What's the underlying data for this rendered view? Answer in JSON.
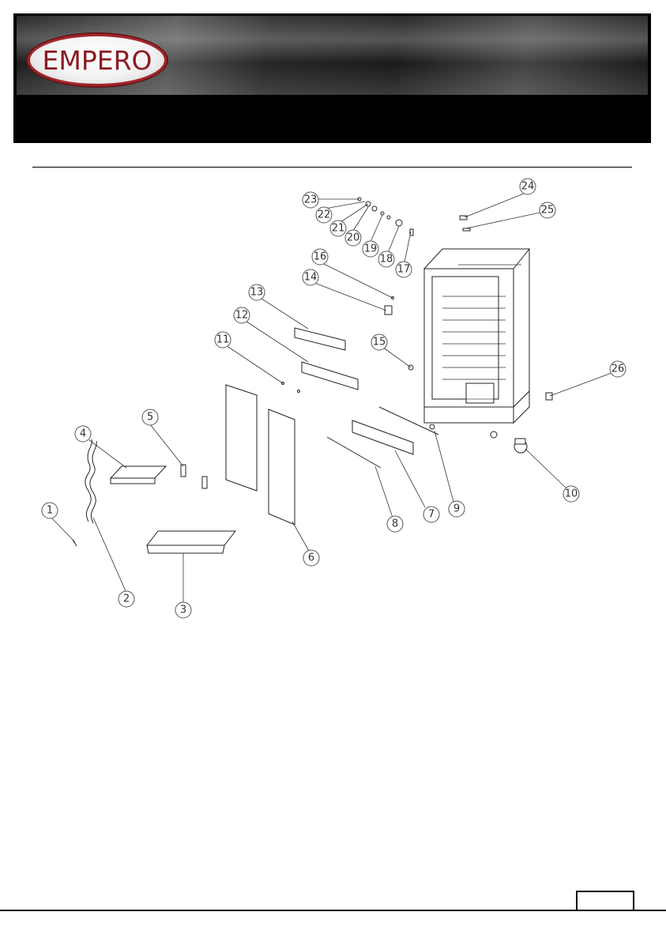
{
  "brand": {
    "logo_text": "EMPERO"
  },
  "callouts": [
    "1",
    "2",
    "3",
    "4",
    "5",
    "6",
    "7",
    "8",
    "9",
    "10",
    "11",
    "12",
    "13",
    "14",
    "15",
    "16",
    "17",
    "18",
    "19",
    "20",
    "21",
    "22",
    "23",
    "24",
    "25",
    "26"
  ],
  "colors": {
    "header_bg": "#000000",
    "logo_red": "#a3262b"
  }
}
